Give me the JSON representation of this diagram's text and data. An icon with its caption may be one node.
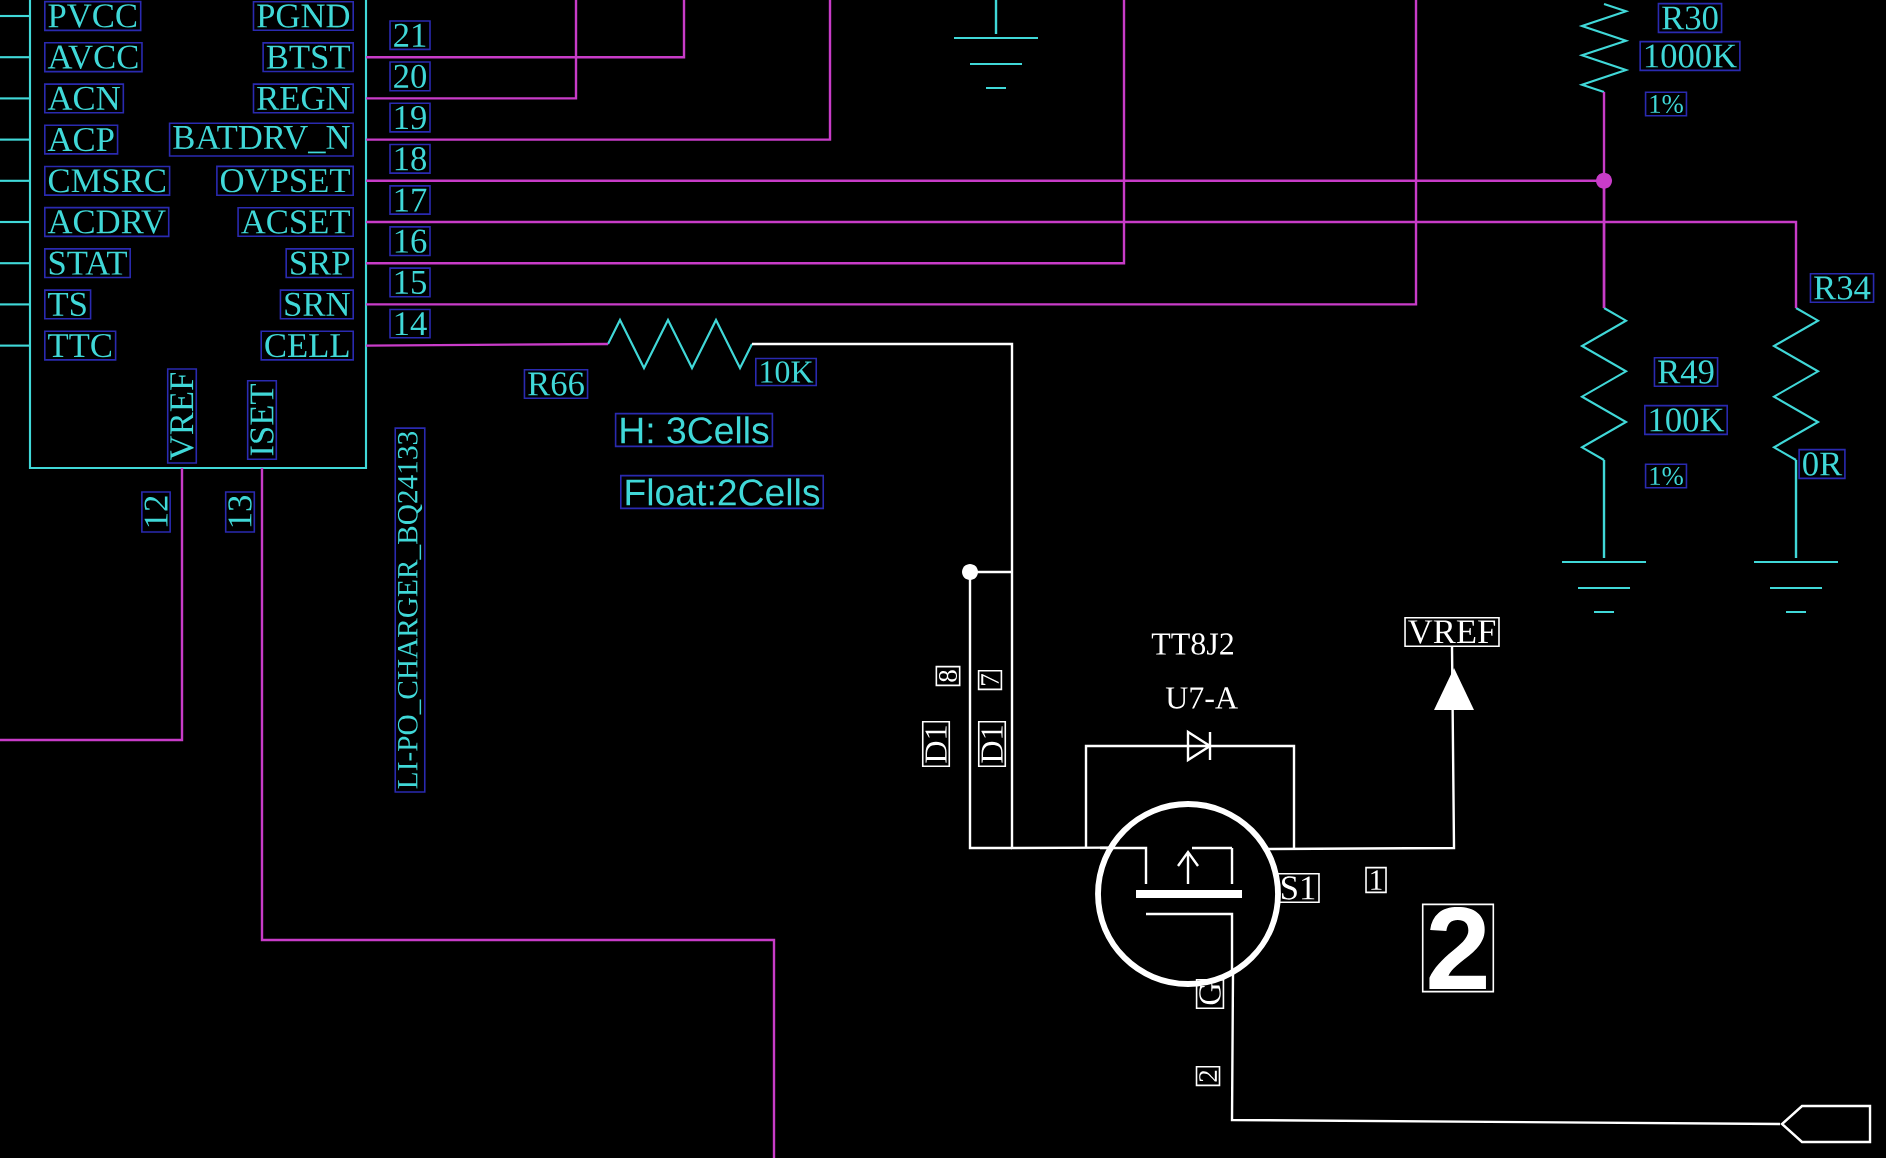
{
  "diagram": {
    "nodes": [
      {
        "text": [
          "PVCC",
          "PGND",
          "AVCC",
          "BTST",
          "ACN",
          "REGN",
          "ACP",
          "BATDRV_N",
          "CMSRC",
          "OVPSET",
          "ACDRV",
          "ACSET",
          "STAT",
          "SRP",
          "TS",
          "SRN",
          "TTC",
          "CELL",
          "VREF",
          "ISET"
        ],
        "beside": [
          "LI-PO_CHARGER_BQ24133"
        ]
      },
      {
        "text": [],
        "shape": "resistor",
        "beside": [
          "R66",
          "10K",
          "H: 3Cells",
          "Float:2Cells"
        ]
      },
      {
        "text": [],
        "shape": "resistor",
        "beside": [
          "R30",
          "1000K",
          "1%"
        ]
      },
      {
        "text": [],
        "shape": "resistor",
        "beside": [
          "R49",
          "100K",
          "1%"
        ]
      },
      {
        "text": [],
        "shape": "resistor",
        "beside": [
          "R34",
          "0R"
        ]
      },
      {
        "text": [],
        "shape": "ground"
      },
      {
        "text": [],
        "shape": "ground"
      },
      {
        "text": [],
        "shape": "ground"
      },
      {
        "text": [],
        "shape": "transistor",
        "beside": [
          "TT8J2",
          "U7-A"
        ]
      },
      {
        "text": [
          "VREF"
        ]
      },
      {
        "text": [],
        "shape": "connector"
      }
    ],
    "edges": [
      {
        "from": 0,
        "to": null,
        "arrow": "none"
      },
      {
        "from": 0,
        "to": null,
        "arrow": "none"
      },
      {
        "from": 0,
        "to": null,
        "arrow": "none"
      },
      {
        "from": 0,
        "to": 3,
        "arrow": "none"
      },
      {
        "from": 2,
        "to": 3,
        "arrow": "none"
      },
      {
        "from": 0,
        "to": 4,
        "arrow": "none"
      },
      {
        "from": 0,
        "to": null,
        "arrow": "none"
      },
      {
        "from": 0,
        "to": null,
        "arrow": "none"
      },
      {
        "from": 0,
        "to": 1,
        "arrow": "none"
      },
      {
        "from": 0,
        "to": null,
        "arrow": "none"
      },
      {
        "from": 0,
        "to": null,
        "arrow": "none"
      },
      {
        "from": 1,
        "to": 8,
        "arrow": "none",
        "color": "#ffffff"
      },
      {
        "from": 8,
        "to": 9,
        "arrow": "none",
        "color": "#ffffff"
      },
      {
        "from": 8,
        "to": 10,
        "arrow": "none",
        "color": "#ffffff"
      },
      {
        "from": 3,
        "to": 6,
        "arrow": "none",
        "color": "#40d8d8"
      },
      {
        "from": 4,
        "to": 7,
        "arrow": "none",
        "color": "#40d8d8"
      },
      {
        "from": null,
        "to": 5,
        "arrow": "none",
        "color": "#40d8d8"
      }
    ],
    "labels": [
      "21",
      "20",
      "19",
      "18",
      "17",
      "16",
      "15",
      "14",
      "12",
      "13",
      "8",
      "7",
      "D1",
      "D1",
      "S1",
      "1",
      "G",
      "2",
      "2"
    ]
  }
}
